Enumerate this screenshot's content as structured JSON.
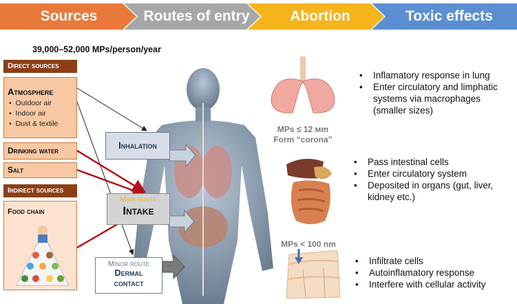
{
  "header": {
    "stages": [
      {
        "label": "Sources",
        "color": "#e8793a"
      },
      {
        "label": "Routes of entry",
        "color": "#a7a7a7"
      },
      {
        "label": "Abortion",
        "color": "#f5b31c"
      },
      {
        "label": "Toxic effects",
        "color": "#5b8fd1"
      }
    ]
  },
  "intake_rate": "39,000–52,000 MPs/person/year",
  "sources": {
    "direct_heading": "Direct sources",
    "atmosphere": {
      "title": "Atmosphere",
      "items": [
        "Outdoor air",
        "Indoor air",
        "Dust & textile"
      ]
    },
    "drinking_water": "Drinking water",
    "salt": "Salt",
    "indirect_heading": "Indirect sources",
    "food_chain": "Food chain"
  },
  "routes": {
    "inhalation": "Inhalation",
    "intake_sub": "Main route",
    "intake": "Intake",
    "dermal_sub": "Minor route",
    "dermal_line1": "Dermal",
    "dermal_line2": "contact"
  },
  "absorption": {
    "lung_size": "MPs ≤ 12 мm",
    "lung_note": "Form “corona”",
    "skin_size": "MPs < 100 nm"
  },
  "effects": {
    "lung": [
      "Inflamatory response in lung",
      "Enter circulatory and limphatic systems via macrophages (smaller sizes)"
    ],
    "gut": [
      "Pass intestinal cells",
      "Enter circulatory system",
      "Deposited in organs (gut, liver, kidney etc.)"
    ],
    "skin": [
      "Infiltrate cells",
      "Autoinflamatory response",
      "Interfere with cellular activity"
    ]
  },
  "colors": {
    "source_fill": "#f7c8a3",
    "heading_fill": "#8b3f16",
    "route_box": "#d7dde6",
    "arrow_red": "#b3131b"
  }
}
